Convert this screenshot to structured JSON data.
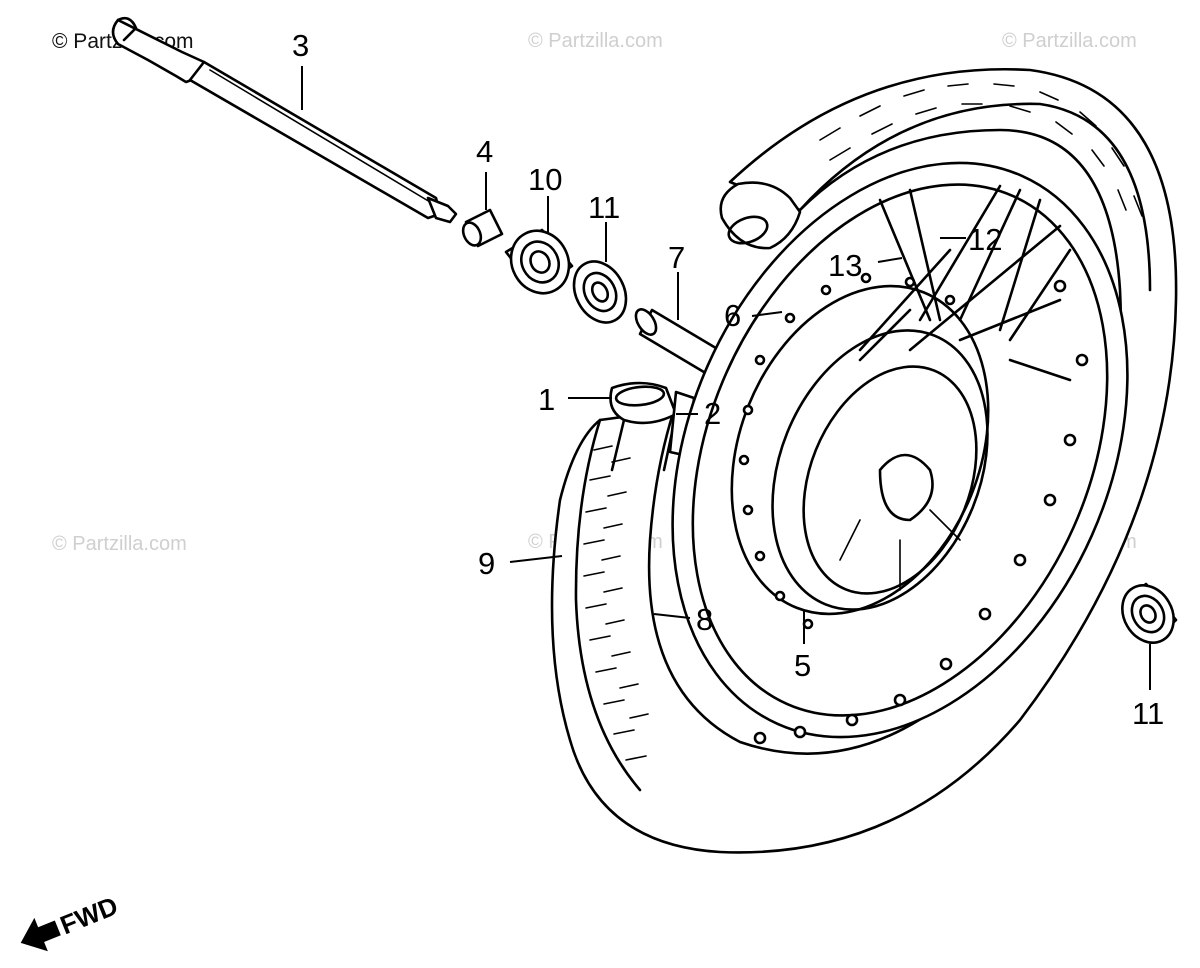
{
  "watermarks": {
    "primary": "© Partzilla.com",
    "faint": "© Partzilla.com"
  },
  "direction_label": "FWD",
  "callouts": {
    "c1": "1",
    "c2": "2",
    "c3": "3",
    "c4": "4",
    "c5": "5",
    "c6": "6",
    "c7": "7",
    "c8": "8",
    "c9": "9",
    "c10": "10",
    "c11_upper": "11",
    "c11_lower": "11",
    "c12": "12",
    "c13": "13"
  }
}
